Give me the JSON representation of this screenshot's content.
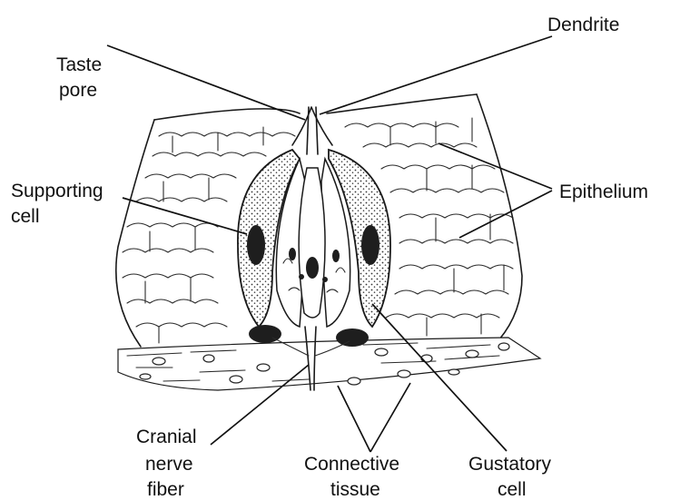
{
  "labels": {
    "dendrite": "Dendrite",
    "taste_pore_1": "Taste",
    "taste_pore_2": "pore",
    "supporting_cell_1": "Supporting",
    "supporting_cell_2": "cell",
    "epithelium": "Epithelium",
    "cranial_nerve_1": "Cranial",
    "cranial_nerve_2": "nerve",
    "cranial_nerve_3": "fiber",
    "connective_tissue_1": "Connective",
    "connective_tissue_2": "tissue",
    "gustatory_cell_1": "Gustatory",
    "gustatory_cell_2": "cell"
  }
}
